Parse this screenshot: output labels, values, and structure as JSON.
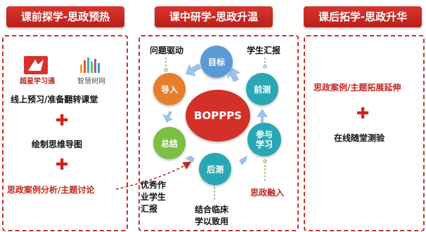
{
  "headers": {
    "pre": "课前探学-思政预热",
    "in": "课中研学-思政升温",
    "post": "课后拓学-思政升华"
  },
  "left": {
    "logo1_text": "超星学习通",
    "logo2_text": "智慧树网",
    "item1": "线上预习/准备翻转课堂",
    "item2": "绘制思维导图",
    "item3": "思政案例分析/主题讨论",
    "plus": "✚"
  },
  "center": {
    "core": "BOPPPS",
    "nodes": {
      "target": "目标",
      "pretest": "前测",
      "participate_line1": "参与",
      "participate_line2": "学习",
      "posttest": "后测",
      "summary": "总结",
      "intro": "导入"
    },
    "labels": {
      "question_driven": "问题驱动",
      "student_report": "学生汇报",
      "ideology_integration": "思政融入",
      "clinical_line1": "结合临床",
      "clinical_line2": "学以致用",
      "excellent_line1": "优秀作",
      "excellent_line2": "业学生",
      "excellent_line3": "汇报"
    }
  },
  "right": {
    "item1": "思政案例/主题拓展延伸",
    "item2": "在线随堂测验",
    "plus": "✚"
  },
  "colors": {
    "header_red": "#c9302c",
    "core_red": "#d4302a",
    "blue": "#5b9bd5",
    "teal": "#2aa7b5",
    "green": "#7cbf43",
    "orange": "#e67e2e",
    "arrow_blue": "#9dc3e6"
  }
}
